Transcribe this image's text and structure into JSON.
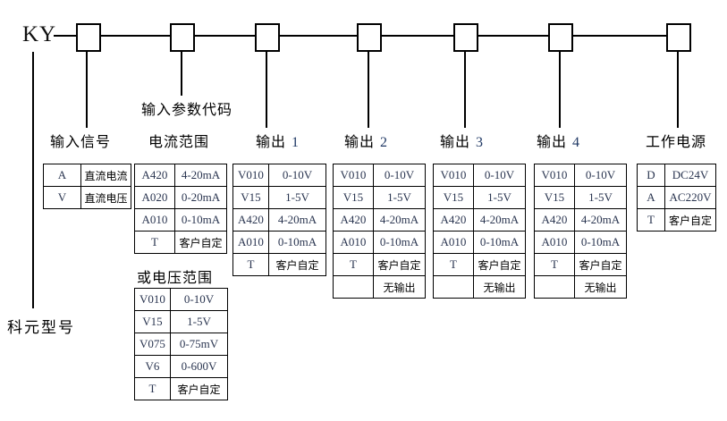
{
  "model": {
    "prefix": "KY"
  },
  "bottom_label": "科元型号",
  "labels": {
    "param_code_header": "输入参数代码",
    "input_signal": "输入信号",
    "current_range": "电流范围",
    "voltage_range": "或电压范围",
    "output1": {
      "text": "输出",
      "num": "1"
    },
    "output2": {
      "text": "输出",
      "num": "2"
    },
    "output3": {
      "text": "输出",
      "num": "3"
    },
    "output4": {
      "text": "输出",
      "num": "4"
    },
    "power": "工作电源"
  },
  "colors": {
    "latin_text": "#2a3550",
    "output_digit": "#1F3864",
    "line": "#000000"
  },
  "tables": {
    "input_signal": {
      "rows": [
        [
          "A",
          "直流电流"
        ],
        [
          "V",
          "直流电压"
        ]
      ]
    },
    "current_range": {
      "rows": [
        [
          "A420",
          "4-20mA"
        ],
        [
          "A020",
          "0-20mA"
        ],
        [
          "A010",
          "0-10mA"
        ],
        [
          "T",
          "客户自定"
        ]
      ]
    },
    "voltage_range": {
      "rows": [
        [
          "V010",
          "0-10V"
        ],
        [
          "V15",
          "1-5V"
        ],
        [
          "V075",
          "0-75mV"
        ],
        [
          "V6",
          "0-600V"
        ],
        [
          "T",
          "客户自定"
        ]
      ]
    },
    "output1": {
      "rows": [
        [
          "V010",
          "0-10V"
        ],
        [
          "V15",
          "1-5V"
        ],
        [
          "A420",
          "4-20mA"
        ],
        [
          "A010",
          "0-10mA"
        ],
        [
          "T",
          "客户自定"
        ]
      ]
    },
    "output2": {
      "rows": [
        [
          "V010",
          "0-10V"
        ],
        [
          "V15",
          "1-5V"
        ],
        [
          "A420",
          "4-20mA"
        ],
        [
          "A010",
          "0-10mA"
        ],
        [
          "T",
          "客户自定"
        ],
        [
          "",
          "无输出"
        ]
      ]
    },
    "output3": {
      "rows": [
        [
          "V010",
          "0-10V"
        ],
        [
          "V15",
          "1-5V"
        ],
        [
          "A420",
          "4-20mA"
        ],
        [
          "A010",
          "0-10mA"
        ],
        [
          "T",
          "客户自定"
        ],
        [
          "",
          "无输出"
        ]
      ]
    },
    "output4": {
      "rows": [
        [
          "V010",
          "0-10V"
        ],
        [
          "V15",
          "1-5V"
        ],
        [
          "A420",
          "4-20mA"
        ],
        [
          "A010",
          "0-10mA"
        ],
        [
          "T",
          "客户自定"
        ],
        [
          "",
          "无输出"
        ]
      ]
    },
    "power": {
      "rows": [
        [
          "D",
          "DC24V"
        ],
        [
          "A",
          "AC220V"
        ],
        [
          "T",
          "客户自定"
        ]
      ]
    }
  }
}
